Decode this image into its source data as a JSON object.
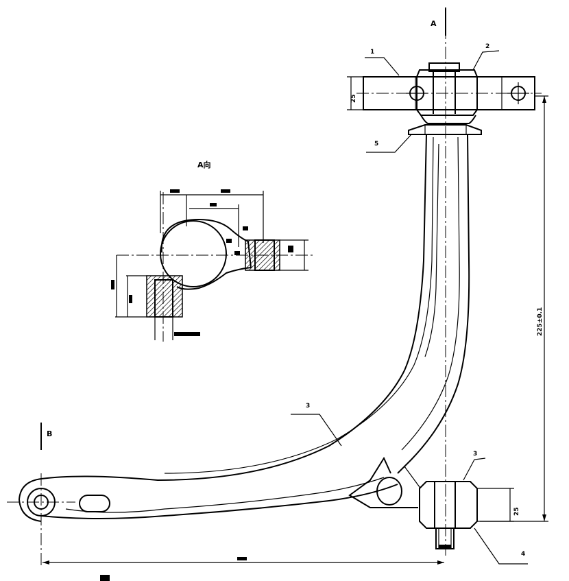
{
  "labels": {
    "view_a_marker": "A",
    "view_b_marker": "B",
    "view_a_title": "A向",
    "dim_vertical": "225±0.1",
    "dim_height_top": "25",
    "dim_height_bottom": "25",
    "balloon_top_left": "1",
    "balloon_top_right": "2",
    "balloon_flange": "5",
    "balloon_arm": "3",
    "balloon_bottom_bush": "3",
    "balloon_bottom_pin": "4"
  }
}
